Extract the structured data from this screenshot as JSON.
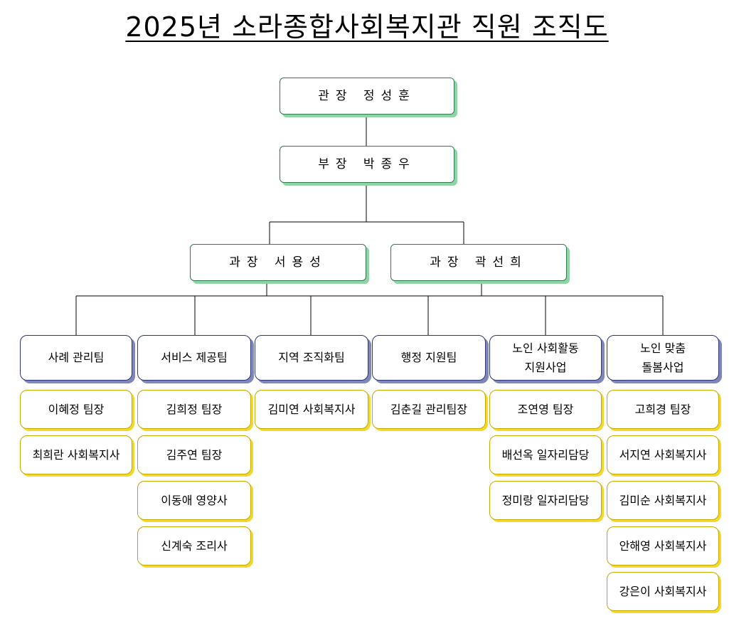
{
  "title": "2025년 소라종합사회복지관 직원 조직도",
  "director": "관장 정성훈",
  "deputy": "부장 박종우",
  "managers": [
    "과장 서용성",
    "과장 곽선희"
  ],
  "teams": [
    {
      "name": [
        "사례 관리팀"
      ],
      "members": [
        "이혜정 팀장",
        "최희란 사회복지사"
      ]
    },
    {
      "name": [
        "서비스 제공팀"
      ],
      "members": [
        "김희정 팀장",
        "김주연 팀장",
        "이동애 영양사",
        "신계숙 조리사"
      ]
    },
    {
      "name": [
        "지역 조직화팀"
      ],
      "members": [
        "김미연 사회복지사"
      ]
    },
    {
      "name": [
        "행정 지원팀"
      ],
      "members": [
        "김춘길 관리팀장"
      ]
    },
    {
      "name": [
        "노인 사회활동",
        "지원사업"
      ],
      "members": [
        "조연영 팀장",
        "배선옥 일자리담당",
        "정미랑 일자리담당"
      ]
    },
    {
      "name": [
        "노인 맞춤",
        "돌봄사업"
      ],
      "members": [
        "고희경 팀장",
        "서지연 사회복지사",
        "김미순 사회복지사",
        "안해영 사회복지사",
        "강은이 사회복지사"
      ]
    }
  ]
}
